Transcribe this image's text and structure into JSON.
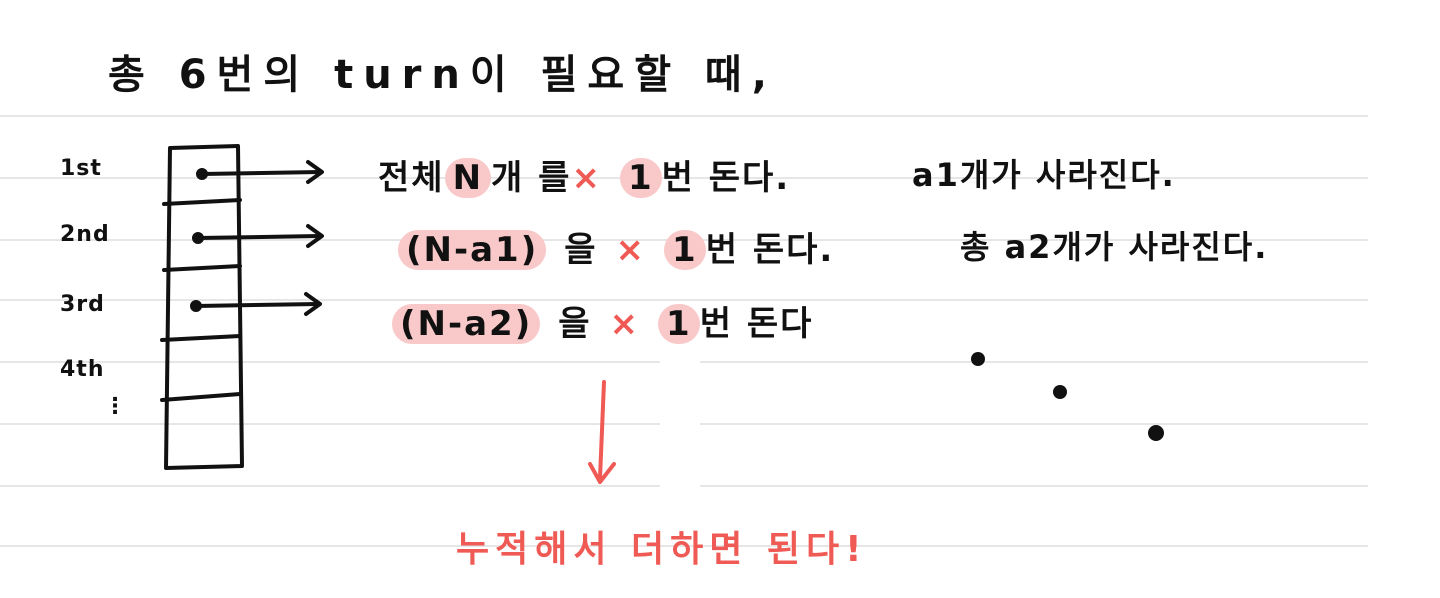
{
  "title": "총 6번의 turn이 필요할 때,",
  "ordinals": [
    "1st",
    "2nd",
    "3rd",
    "4th"
  ],
  "ellipsis": "⋮",
  "rows": [
    {
      "prefix": "전체",
      "count": "N",
      "count_suffix": "개 를",
      "multiplier": "×",
      "times": "1",
      "times_suffix": "번 돈다.",
      "result": "a1개가 사라진다."
    },
    {
      "count": "(N-a1)",
      "count_suffix": "을",
      "multiplier": "×",
      "times": "1",
      "times_suffix": "번 돈다.",
      "result": "총 a2개가 사라진다."
    },
    {
      "count": "(N-a2)",
      "count_suffix": "을",
      "multiplier": "×",
      "times": "1",
      "times_suffix": "번 돈다"
    }
  ],
  "note": "누적해서 더하면 된다!",
  "colors": {
    "ink": "#111111",
    "highlight": "#f8c9c8",
    "accent_red": "#f05a55",
    "ruled_line": "#dddddd"
  }
}
